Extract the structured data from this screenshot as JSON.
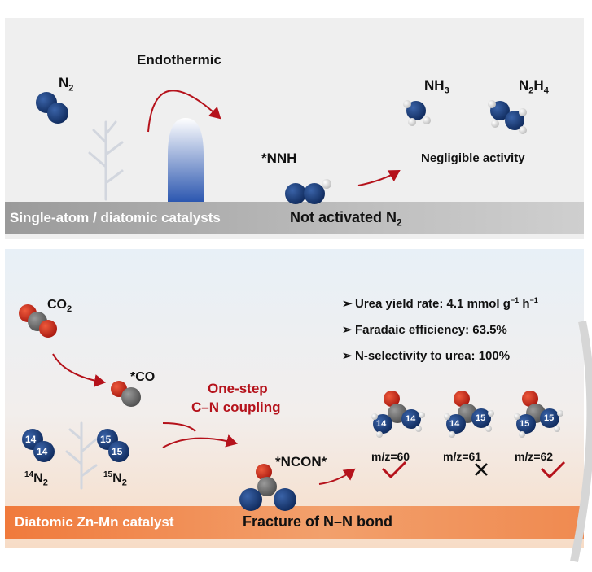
{
  "top": {
    "label_n2": "N",
    "sub_2": "2",
    "endothermic": "Endothermic",
    "label_nnh": "*NNH",
    "label_nh3": "NH",
    "sub_3": "3",
    "label_n2h4_a": "N",
    "label_n2h4_b": "H",
    "sub_4": "4",
    "negligible": "Negligible activity",
    "band_title": "Single-atom / diatomic catalysts",
    "not_activated": "Not activated N"
  },
  "bottom": {
    "label_co2": "CO",
    "label_co": "*CO",
    "one_step_1": "One-step",
    "one_step_2": "C–N coupling",
    "bullets": [
      {
        "text": "Urea yield rate: 4.1 mmol g",
        "sup1": "−1",
        "mid": " h",
        "sup2": "−1"
      },
      {
        "text": "Faradaic efficiency: 63.5%"
      },
      {
        "text": "N-selectivity to urea: 100%"
      }
    ],
    "bullet_marker": "➢",
    "label_ncon": "*NCON*",
    "iso14_sup": "14",
    "iso15_sup": "15",
    "iso_n": "N",
    "atom_14": "14",
    "atom_15": "15",
    "mz": [
      "m/z=60",
      "m/z=61",
      "m/z=62"
    ],
    "band_title": "Diatomic Zn-Mn catalyst",
    "fracture": "Fracture of N–N bond"
  },
  "colors": {
    "nitrogen": "#15346b",
    "oxygen": "#c8281c",
    "carbon": "#6f6f6f",
    "hydrogen": "#e8e8e8",
    "arrow": "#b5121b",
    "check": "#b5121b"
  }
}
